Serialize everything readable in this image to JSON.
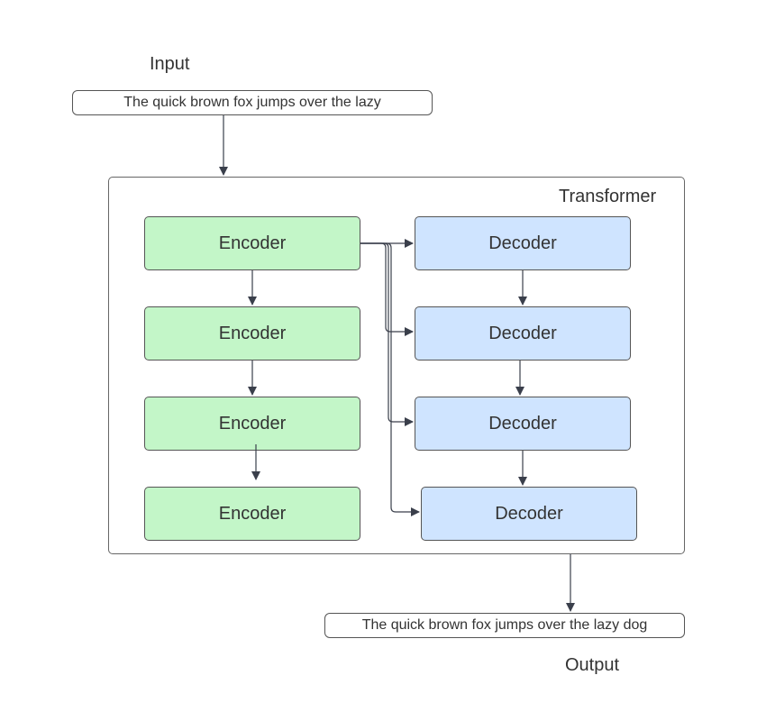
{
  "input": {
    "heading": "Input",
    "text": "The quick brown fox jumps over the lazy"
  },
  "transformer": {
    "title": "Transformer",
    "encoders": [
      "Encoder",
      "Encoder",
      "Encoder",
      "Encoder"
    ],
    "decoders": [
      "Decoder",
      "Decoder",
      "Decoder",
      "Decoder"
    ]
  },
  "output": {
    "heading": "Output",
    "text": "The quick brown fox jumps over the lazy dog"
  },
  "colors": {
    "encoder_fill": "#c3f6c8",
    "decoder_fill": "#cfe4ff",
    "border": "#555555",
    "arrow": "#3a3f4b",
    "text": "#333333"
  }
}
